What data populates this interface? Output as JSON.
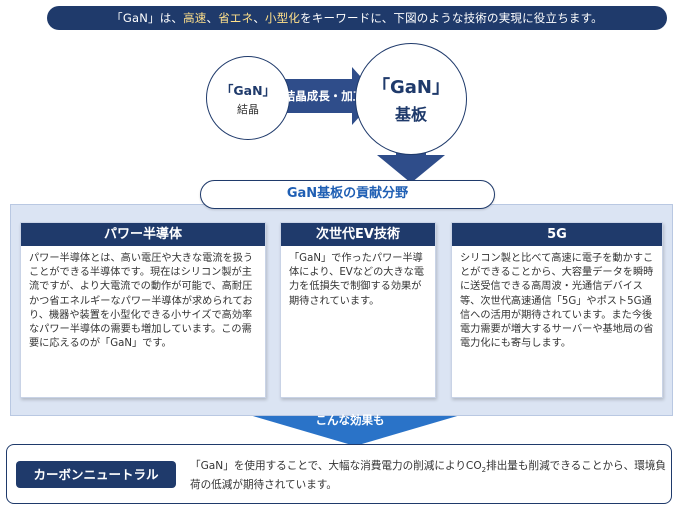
{
  "banner": {
    "part1": "「GaN」は、",
    "kw1": "高速",
    "sep1": "、",
    "kw2": "省エネ",
    "sep2": "、",
    "kw3": "小型化",
    "part2": "をキーワードに、下図のような技術の実現に役立ちます。",
    "highlight_color": "#ffe08a"
  },
  "crystal": {
    "line1": "「GaN」",
    "line2": "結晶"
  },
  "process_arrow": {
    "label": "結晶成長・加工"
  },
  "substrate": {
    "line1": "「GaN」",
    "line2": "基板"
  },
  "contribution": {
    "title": "GaN基板の貢献分野"
  },
  "cards": [
    {
      "title": "パワー半導体",
      "text": "パワー半導体とは、高い電圧や大きな電流を扱うことができる半導体です。現在はシリコン製が主流ですが、より大電流での動作が可能で、高耐圧かつ省エネルギーなパワー半導体が求められており、機器や装置を小型化できる小サイズで高効率なパワー半導体の需要も増加しています。この需要に応えるのが「GaN」です。"
    },
    {
      "title": "次世代EV技術",
      "text": "「GaN」で作ったパワー半導体により、EVなどの大きな電力を低損失で制御する効果が期待されています。"
    },
    {
      "title": "5G",
      "text": "シリコン製と比べて高速に電子を動かすことができることから、大容量データを瞬時に送受信できる高周波・光通信デバイス等、次世代高速通信「5G」やポスト5G通信への活用が期待されています。また今後電力需要が増大するサーバーや基地局の省電力化にも寄与します。"
    }
  ],
  "effect_arrow": {
    "label": "こんな効果も"
  },
  "carbon": {
    "label": "カーボンニュートラル",
    "text_before": "「GaN」を使用することで、大幅な消費電力の削減によりCO",
    "text_sub": "2",
    "text_after": "排出量も削減できることから、環境負荷の低減が期待されています。"
  },
  "colors": {
    "navy": "#1f3a6b",
    "arrow": "#2f4d8a",
    "panel": "#dbe4f3",
    "accent_blue": "#1f5fb4"
  }
}
